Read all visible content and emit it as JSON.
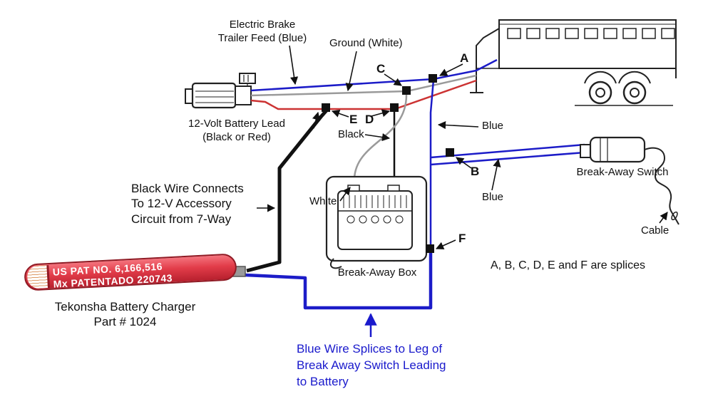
{
  "colors": {
    "blue_wire": "#1c1cc8",
    "white_wire": "#9a9a9a",
    "red_wire": "#cc3333",
    "black_wire": "#111111",
    "charger_red": "#e23c49",
    "note_blue": "#1a1acc"
  },
  "labels": {
    "electric_brake_feed": "Electric Brake\nTrailer Feed (Blue)",
    "ground": "Ground (White)",
    "battery_lead": "12-Volt Battery Lead\n(Black or Red)",
    "black_wire": "Black",
    "white_wire": "White",
    "blue_wire_upper": "Blue",
    "blue_wire_lower": "Blue",
    "black_wire_note": "Black Wire Connects\nTo 12-V Accessory\nCircuit from 7-Way",
    "break_away_switch": "Break-Away Switch",
    "cable": "Cable",
    "break_away_box": "Break-Away Box",
    "splices_note": "A, B, C, D, E and F are splices",
    "blue_wire_note": "Blue Wire Splices to Leg of\nBreak Away Switch Leading\nto Battery",
    "charger_name": "Tekonsha Battery Charger\nPart # 1024",
    "charger_patent": "US PAT NO. 6,166,516\nMx PATENTADO 220743"
  },
  "splices": {
    "a": "A",
    "b": "B",
    "c": "C",
    "d": "D",
    "e": "E",
    "f": "F"
  }
}
